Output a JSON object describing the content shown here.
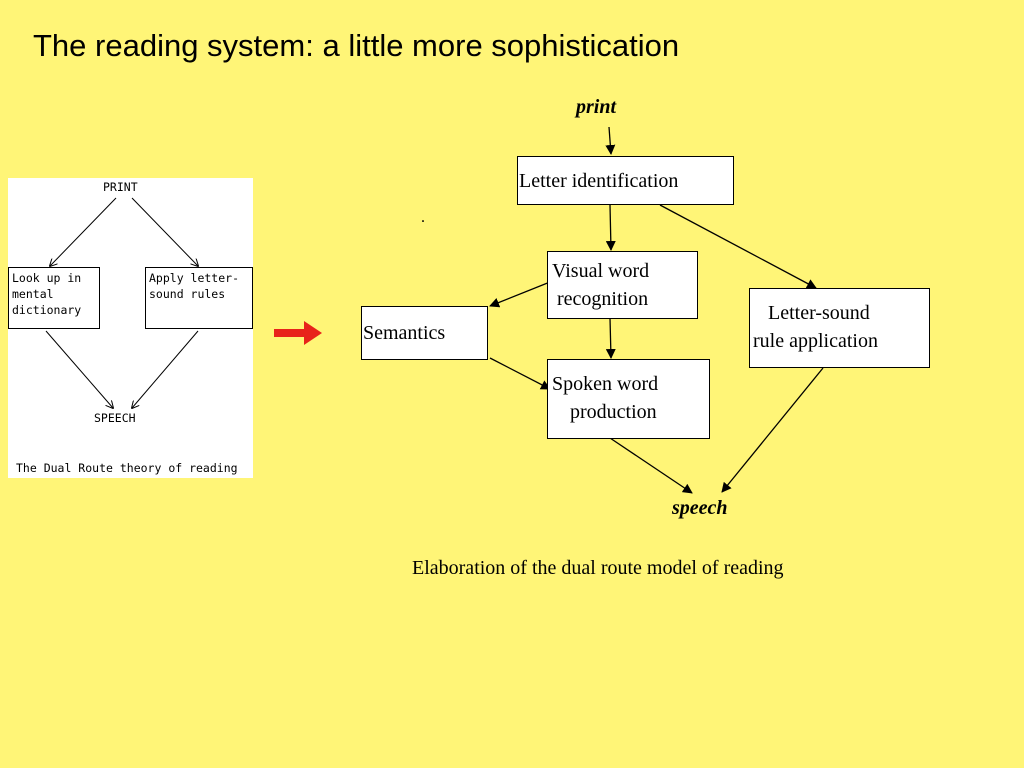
{
  "slide": {
    "title": "The reading system: a little more sophistication",
    "background_color": "#FFF577"
  },
  "dual_route_figure": {
    "top_label": "PRINT",
    "left_box": "Look up in\nmental\ndictionary",
    "right_box": "Apply letter-\nsound rules",
    "bottom_label": "SPEECH",
    "caption": "The Dual Route theory of reading"
  },
  "transition_arrow": {
    "icon": "right-arrow-icon",
    "color": "#E8231A"
  },
  "elaborated_model": {
    "input_label": "print",
    "output_label": "speech",
    "nodes": {
      "letter_identification": {
        "line1": "Letter identification"
      },
      "visual_word_recognition": {
        "line1": "Visual word",
        "line2": " recognition"
      },
      "letter_sound_rule_application": {
        "line1": "Letter-sound",
        "line2": "rule application"
      },
      "semantics": {
        "line1": "Semantics"
      },
      "spoken_word_production": {
        "line1": "Spoken word",
        "line2": "production"
      }
    },
    "stray_mark": ".",
    "caption": "Elaboration of the dual route model of reading"
  }
}
